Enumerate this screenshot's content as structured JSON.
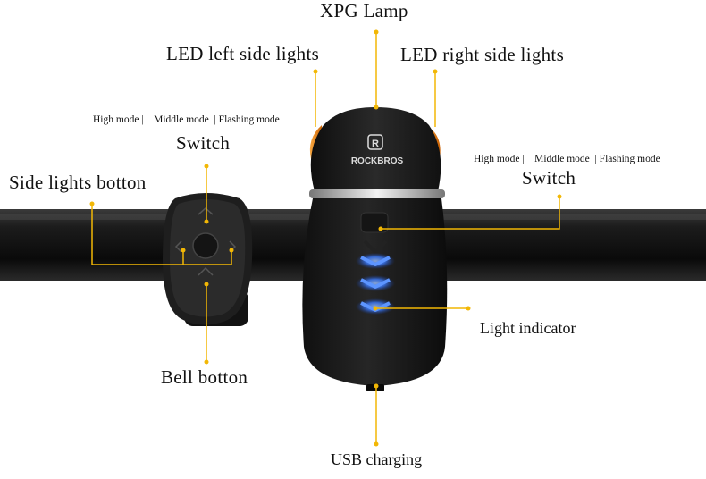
{
  "brand": "ROCKBROS",
  "labels": {
    "xpg_lamp": "XPG Lamp",
    "led_left": "LED left side lights",
    "led_right": "LED right side lights",
    "switch_left": "Switch",
    "switch_right": "Switch",
    "side_lights_button": "Side lights botton",
    "bell_button": "Bell botton",
    "light_indicator": "Light indicator",
    "usb_charging": "USB charging",
    "modes_left": "High mode |    Middle mode  | Flashing mode",
    "modes_right": "High mode |    Middle mode  | Flashing mode"
  },
  "colors": {
    "callout": "#f2b705",
    "amber_light": "#f08a12",
    "indicator_blue": "#3b7bff",
    "body": "#1a1a1a"
  }
}
